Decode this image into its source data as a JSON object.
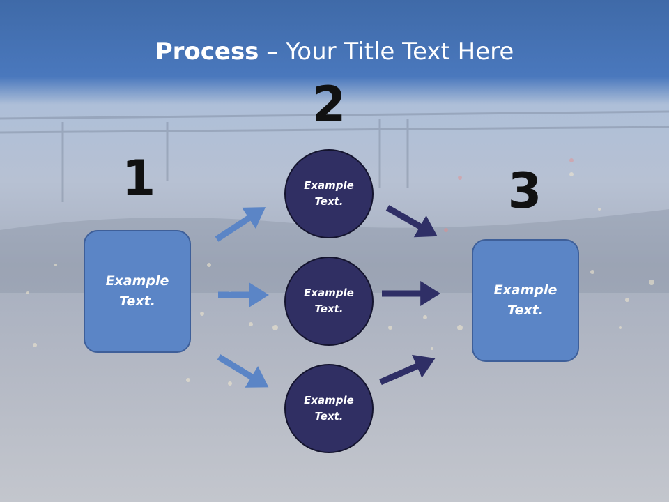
{
  "title": {
    "bold": "Process",
    "rest": " – Your Title Text Here"
  },
  "steps": {
    "one": "1",
    "two": "2",
    "three": "3"
  },
  "boxes": {
    "left": "Example\nText.",
    "right": "Example\nText."
  },
  "circles": {
    "top": "Example\nText.",
    "middle": "Example\nText.",
    "bottom": "Example\nText."
  },
  "colors": {
    "box_fill": "#5b85c6",
    "circle_fill": "#302f63",
    "arrow_light": "#5b85c6",
    "arrow_dark": "#2f2f66"
  }
}
